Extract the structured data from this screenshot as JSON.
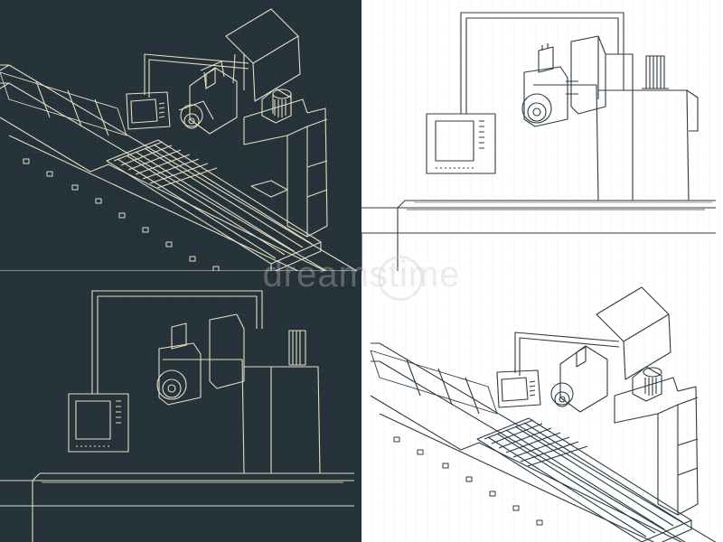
{
  "image": {
    "style": "technical blueprint drawings of a CNC milling machine",
    "panels": [
      {
        "id": "panel-tl",
        "view": "isometric",
        "background": "#25323a",
        "line_color": "#e6dcc0",
        "grid_color": "#2e3c45"
      },
      {
        "id": "panel-tr",
        "view": "front",
        "background": "#ffffff",
        "line_color": "#2e3a42",
        "grid_color": "#f0f2f4"
      },
      {
        "id": "panel-bl",
        "view": "front",
        "background": "#25323a",
        "line_color": "#e6dcc0",
        "grid_color": "#2e3c45"
      },
      {
        "id": "panel-br",
        "view": "isometric",
        "background": "#ffffff",
        "line_color": "#2e3a42",
        "grid_color": "#f0f2f4"
      }
    ]
  },
  "watermark": {
    "text": "dreamstime"
  }
}
